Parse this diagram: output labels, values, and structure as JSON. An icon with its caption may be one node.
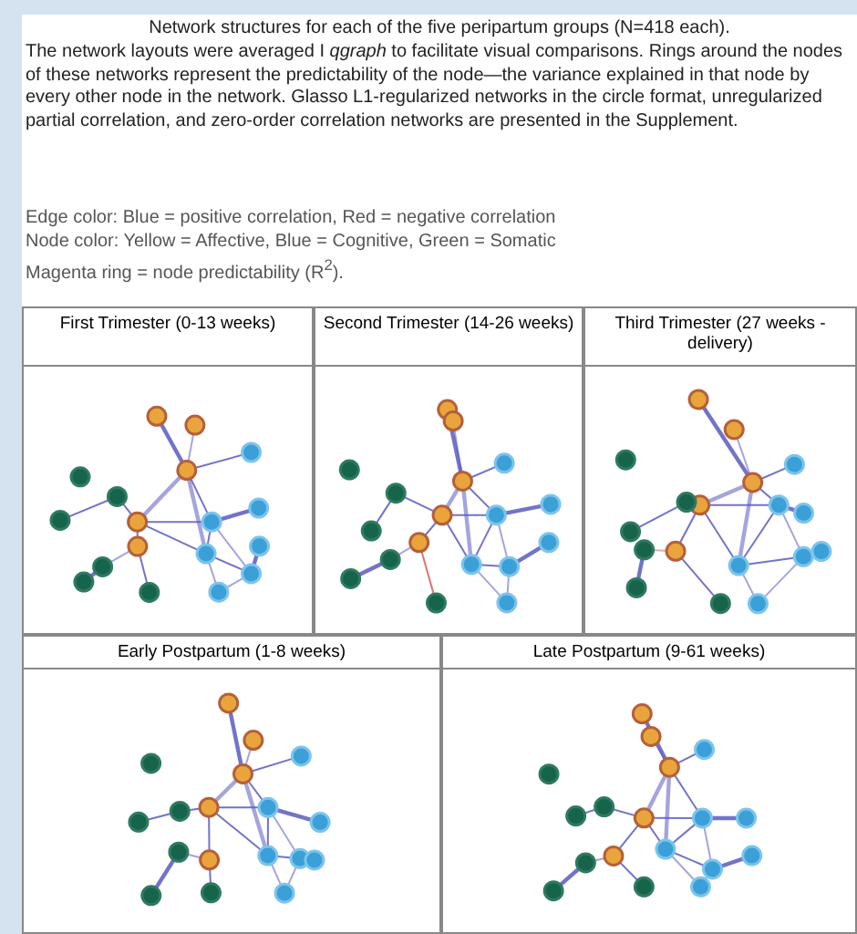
{
  "diagram": {
    "title": "Network structures for each of the five peripartum groups (N=418 each).",
    "labels": [
      "The network layouts were averaged I *qgraph* to facilitate visual comparisons. Rings around the nodes of these networks represent the predictability of the node—the variance explained in that node by every other node in the network. Glasso L1-regularized networks in the circle format, unregularized partial correlation, and zero-order correlation networks are presented in the Supplement.",
      "Edge color: Blue = positive correlation, Red = negative correlation",
      "Node color: Yellow = Affective, Blue = Cognitive, Green = Somatic",
      "Magenta ring = node predictability (R$^{2}$).",
      "First Trimester (0-13 weeks)",
      "Second Trimester (14-26 weeks)",
      "Third Trimester (27 weeks - delivery)",
      "Early Postpartum (1-8 weeks)",
      "Late Postpartum (9-61 weeks)"
    ]
  }
}
